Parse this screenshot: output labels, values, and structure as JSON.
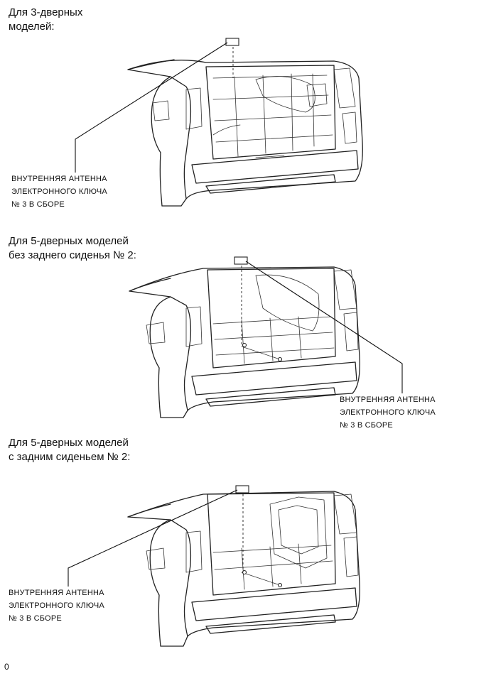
{
  "panels": [
    {
      "heading": "Для 3-дверных\nмоделей:",
      "callout": "ВНУТРЕННЯЯ АНТЕННА\nЭЛЕКТРОННОГО КЛЮЧА\n№ 3 В СБОРЕ",
      "variant": "3-door"
    },
    {
      "heading": "Для 5-дверных моделей\nбез заднего сиденья № 2:",
      "callout": "ВНУТРЕННЯЯ АНТЕННА\nЭЛЕКТРОННОГО КЛЮЧА\n№ 3 В СБОРЕ",
      "variant": "5-door-no-seat"
    },
    {
      "heading": "Для 5-дверных моделей\nс задним сиденьем № 2:",
      "callout": "ВНУТРЕННЯЯ АНТЕННА\nЭЛЕКТРОННОГО КЛЮЧА\n№ 3 В СБОРЕ",
      "variant": "5-door-with-seat"
    }
  ],
  "footer": "0"
}
